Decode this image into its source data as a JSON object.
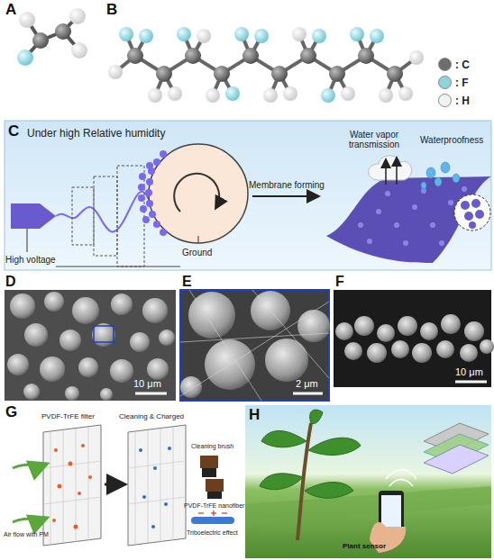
{
  "diagram": {
    "labels": [
      "A",
      "B",
      "C",
      "Under high Relative humidity",
      "High voltage",
      "Ground",
      "Membrane forming",
      "Water vapor transmission",
      "Waterproofness",
      "D",
      "10 μm",
      "E",
      "2 μm",
      "F",
      "10 μm",
      "G",
      "PVDF-TrFE filter",
      "Cleaning & Charged",
      "Cleaning brush",
      "Air flow with PM",
      "PVDF-TrFE nanofiber",
      "Triboelectric effect",
      "H",
      "Plant sensor"
    ],
    "legend": [
      {
        "text": ": C",
        "color": "#6e6e6e"
      },
      {
        "text": ": F",
        "color": "#8fd3de"
      },
      {
        "text": ": H",
        "color": "#f2f2f2"
      }
    ]
  }
}
